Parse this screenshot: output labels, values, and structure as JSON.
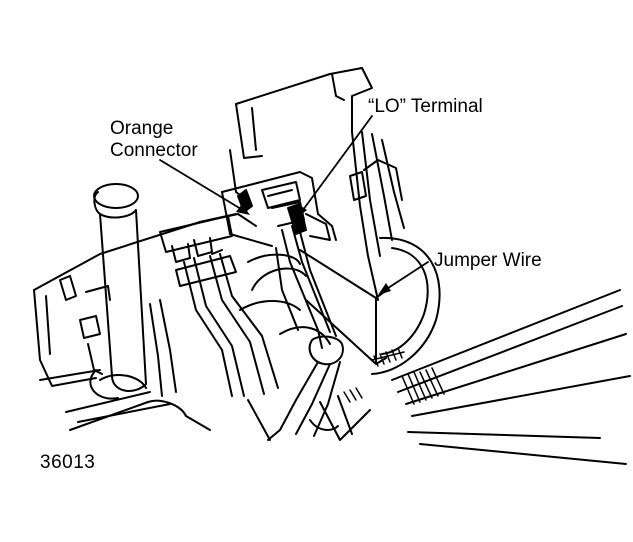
{
  "labels": {
    "orange_connector_line1": "Orange",
    "orange_connector_line2": "Connector",
    "lo_terminal": "“LO” Terminal",
    "jumper_wire": "Jumper Wire"
  },
  "figure_number": "36013",
  "colors": {
    "ink": "#000000",
    "background": "#ffffff"
  }
}
